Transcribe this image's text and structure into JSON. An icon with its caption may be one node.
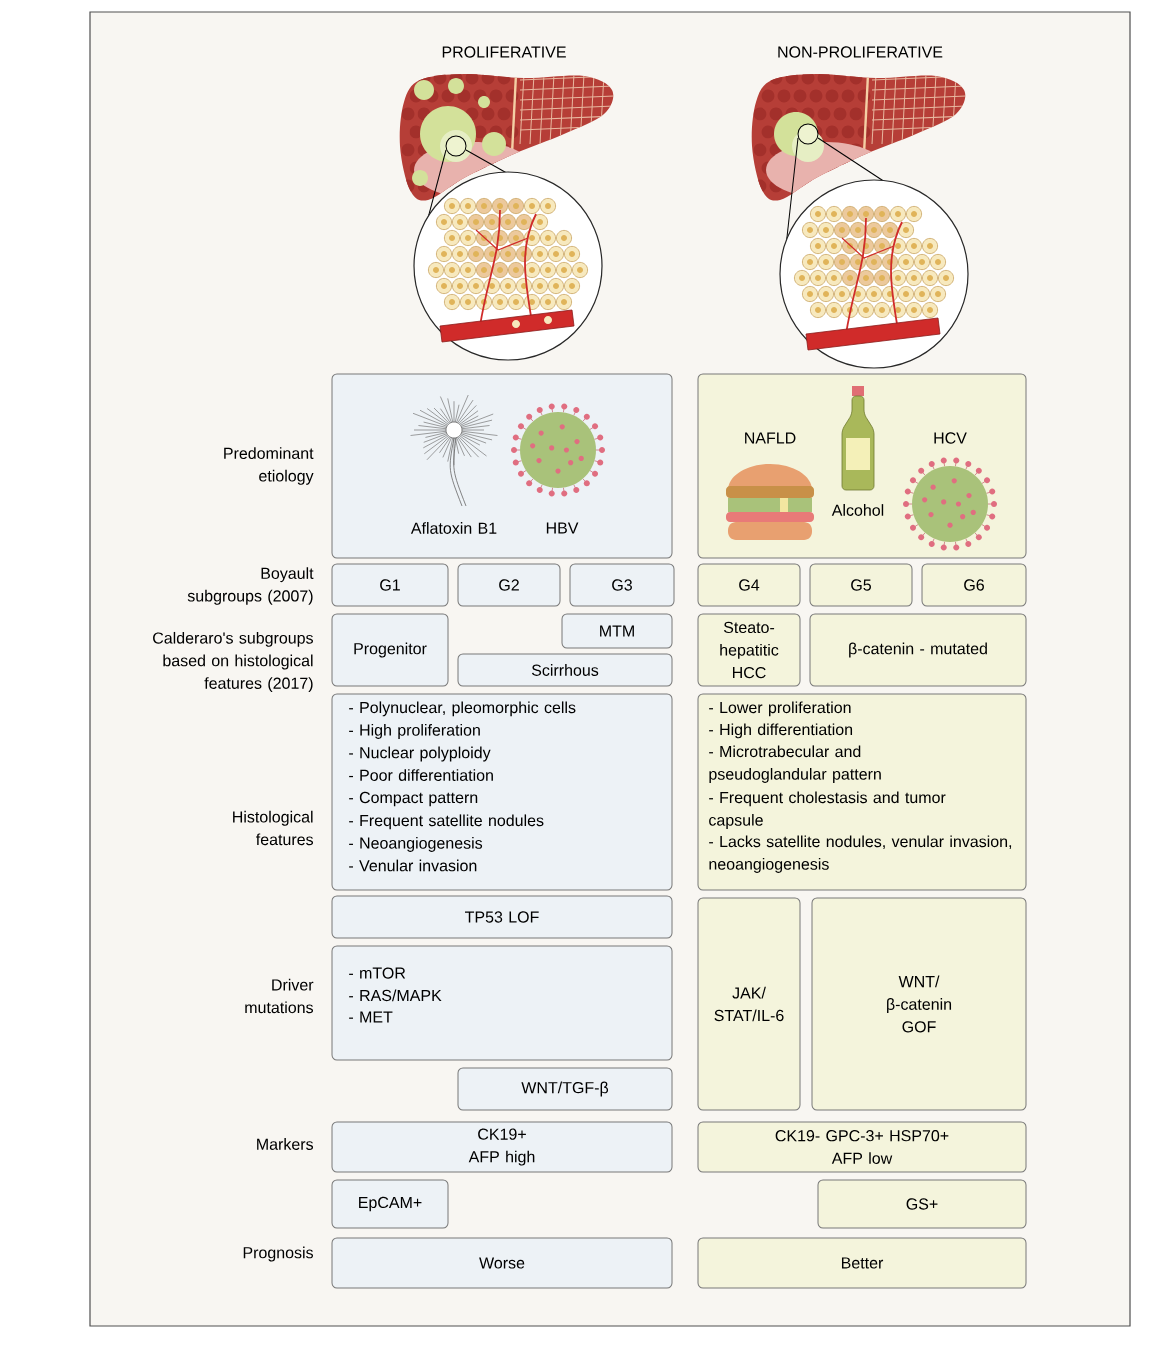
{
  "diagram": {
    "nodes": [
      {
        "text": [
          "Aflatoxin B1",
          "HBV"
        ]
      },
      {
        "text": [
          "NAFLD",
          "Alcohol",
          "HCV"
        ]
      },
      {
        "text": [
          "G1"
        ]
      },
      {
        "text": [
          "G2"
        ]
      },
      {
        "text": [
          "G3"
        ]
      },
      {
        "text": [
          "G4"
        ]
      },
      {
        "text": [
          "G5"
        ]
      },
      {
        "text": [
          "G6"
        ]
      },
      {
        "text": [
          "Progenitor"
        ]
      },
      {
        "text": [
          "MTM"
        ]
      },
      {
        "text": [
          "Scirrhous"
        ]
      },
      {
        "text": [
          "Steato-hepatitic HCC"
        ]
      },
      {
        "text": [
          "β-catenin - mutated"
        ]
      },
      {
        "text": [
          "- Polynuclear, pleomorphic cells",
          "- High proliferation",
          "- Nuclear polyploidy",
          "- Poor differentiation",
          "- Compact pattern",
          "- Frequent satellite nodules",
          "- Neoangiogenesis",
          "- Venular invasion"
        ]
      },
      {
        "text": [
          "- Lower proliferation",
          "- High differentiation",
          "- Microtrabecular and pseudoglandular pattern",
          "- Frequent cholestasis and tumor capsule",
          "- Lacks satellite nodules, venular invasion, neoangiogenesis"
        ]
      },
      {
        "text": [
          "TP53 LOF"
        ]
      },
      {
        "text": [
          "- mTOR",
          "- RAS/MAPK",
          "- MET"
        ]
      },
      {
        "text": [
          "WNT/TGF-β"
        ]
      },
      {
        "text": [
          "JAK/ STAT/IL-6"
        ]
      },
      {
        "text": [
          "WNT/ β-catenin GOF"
        ]
      },
      {
        "text": [
          "CK19+ AFP high"
        ]
      },
      {
        "text": [
          "CK19- GPC-3+ HSP70+ AFP low"
        ]
      },
      {
        "text": [
          "EpCAM+"
        ]
      },
      {
        "text": [
          "GS+"
        ]
      },
      {
        "text": [
          "Worse"
        ]
      },
      {
        "text": [
          "Better"
        ]
      }
    ],
    "labels": [
      "PROLIFERATIVE",
      "NON-PROLIFERATIVE",
      "Predominant etiology",
      "Boyault subgroups (2007)",
      "Calderaro's subgroups based on histological features (2017)",
      "Histological features",
      "Driver mutations",
      "Markers",
      "Prognosis"
    ]
  }
}
